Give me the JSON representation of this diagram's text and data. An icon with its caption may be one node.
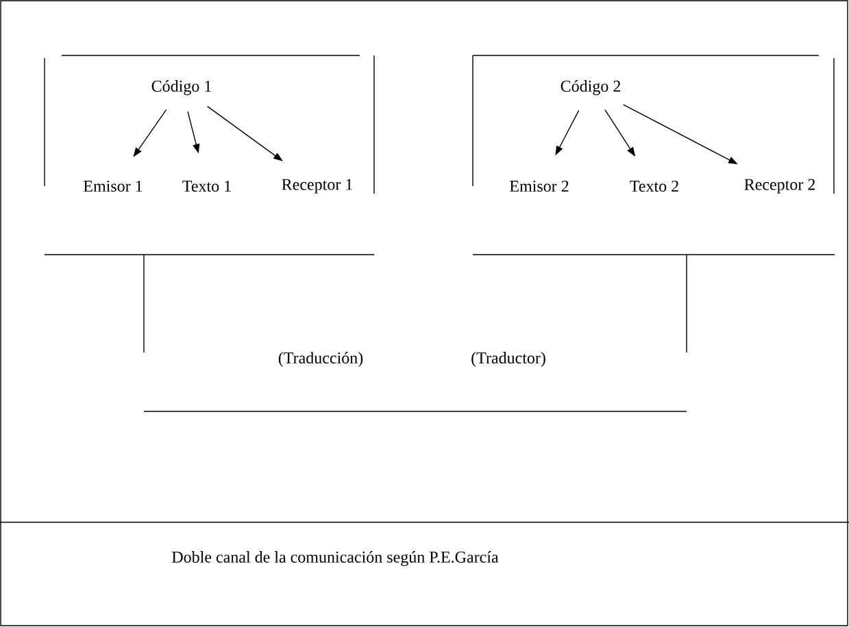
{
  "diagram": {
    "caption": "Doble canal de la comunicación según P.E.García",
    "nodes": [
      {
        "text": [
          "Código 1"
        ]
      },
      {
        "text": [
          "Emisor 1"
        ]
      },
      {
        "text": [
          "Texto 1"
        ]
      },
      {
        "text": [
          "Receptor 1"
        ]
      },
      {
        "text": [
          "Código 2"
        ]
      },
      {
        "text": [
          "Emisor 2"
        ]
      },
      {
        "text": [
          "Texto 2"
        ]
      },
      {
        "text": [
          "Receptor 2"
        ]
      }
    ],
    "edges": [
      {
        "from": 0,
        "to": 1,
        "arrow": "to"
      },
      {
        "from": 0,
        "to": 2,
        "arrow": "to"
      },
      {
        "from": 0,
        "to": 3,
        "arrow": "to"
      },
      {
        "from": 4,
        "to": 5,
        "arrow": "to"
      },
      {
        "from": 4,
        "to": 6,
        "arrow": "to"
      },
      {
        "from": 4,
        "to": 7,
        "arrow": "to"
      }
    ],
    "labels": [
      "(Traducción)",
      "(Traductor)"
    ]
  }
}
